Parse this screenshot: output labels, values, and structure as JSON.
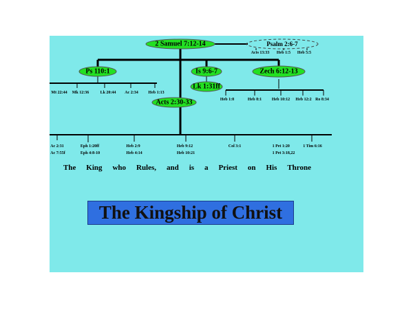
{
  "nodes": {
    "root": "2 Samuel 7:12-14",
    "psalm": "Psalm 2:6-7",
    "ps110": "Ps 110:1",
    "isa": "Is 9:6-7",
    "zech": "Zech 6:12-13",
    "luke": "Lk 1:31ff",
    "acts": "Acts 2:30-33"
  },
  "psalm_refs": [
    "Acts 13:33",
    "Heb 1:5",
    "Heb 5:5"
  ],
  "ps110_refs": [
    "Mt 22:44",
    "Mk 12:36",
    "Lk 20:44",
    "Ac 2:34",
    "Heb 1:13"
  ],
  "zech_refs": [
    "Heb 1:8",
    "Heb 8:1",
    "Heb 10:12",
    "Heb 12:2",
    "Ro 8:34"
  ],
  "bottom_refs": [
    [
      "Ac 2:31",
      "Ac 7:55f"
    ],
    [
      "Eph 1:20ff",
      "Eph 4:8-10"
    ],
    [
      "Heb 2:9",
      "Heb 4:14"
    ],
    [
      "Heb 9:12",
      "Heb 10:21"
    ],
    [
      "Col 3:1",
      ""
    ],
    [
      "1 Pet 1:20",
      "1 Pet 3:18,22"
    ],
    [
      "1 Tim 6:16",
      ""
    ]
  ],
  "subtitle": [
    "The",
    "King",
    "who",
    "Rules,",
    "and",
    "is",
    "a",
    "Priest",
    "on",
    "His",
    "Throne"
  ],
  "title": "The Kingship of Christ",
  "colors": {
    "background": "#7fe9ea",
    "node": "#22e022",
    "title_box": "#2f6fe0"
  }
}
